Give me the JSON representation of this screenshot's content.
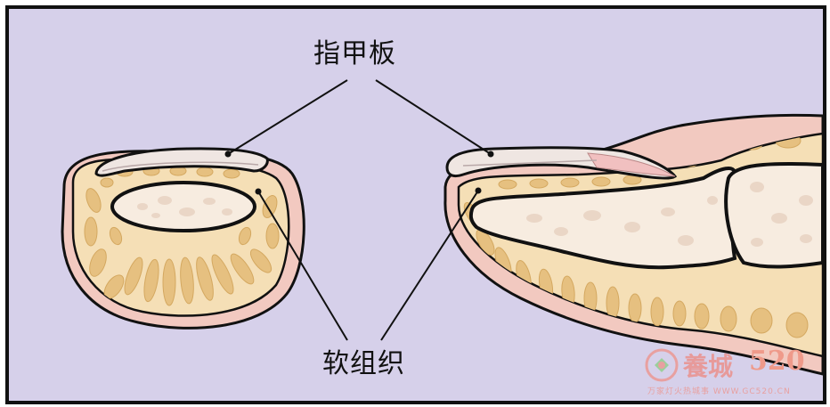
{
  "labels": {
    "nail_plate": "指甲板",
    "soft_tissue": "软组织"
  },
  "watermark": {
    "brand": "養城",
    "number": "520",
    "url": "万家灯火热城事 WWW.GC520.CN"
  },
  "colors": {
    "background": "#d6d0ea",
    "skin": "#f2c9c0",
    "tissue": "#f5dfb6",
    "fibers": "#e8c488",
    "bone": "#f7ece0",
    "outline": "#111111"
  }
}
